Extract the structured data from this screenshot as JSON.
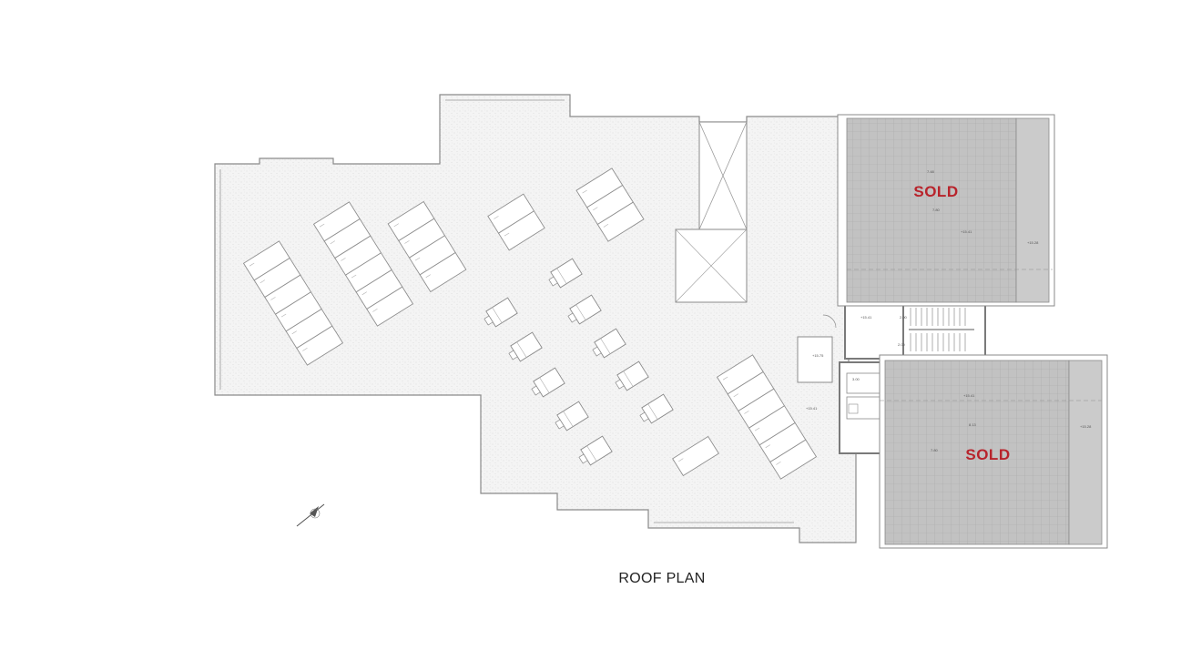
{
  "plan": {
    "title": "ROOF PLAN",
    "units": [
      {
        "status": "SOLD",
        "level_mark": "+15.41",
        "roof_mark": "+15.28",
        "dim_w": "7.48",
        "dim_h": "7.80"
      },
      {
        "status": "SOLD",
        "level_mark": "+15.41",
        "roof_mark": "+15.28",
        "dim_w": "8.13",
        "dim_h": "7.80"
      }
    ],
    "core": {
      "stair_mark": "+15.41",
      "lift_mark": "+15.75",
      "terrace_mark": "+15.41",
      "dims": [
        "2.00",
        "1.20",
        "3.00",
        "2.00"
      ]
    },
    "colors": {
      "line": "#8a8a8a",
      "terrace_fill": "#f2f2f2",
      "sold_fill": "#bdbdbd",
      "sold_text": "#b8232b"
    }
  }
}
